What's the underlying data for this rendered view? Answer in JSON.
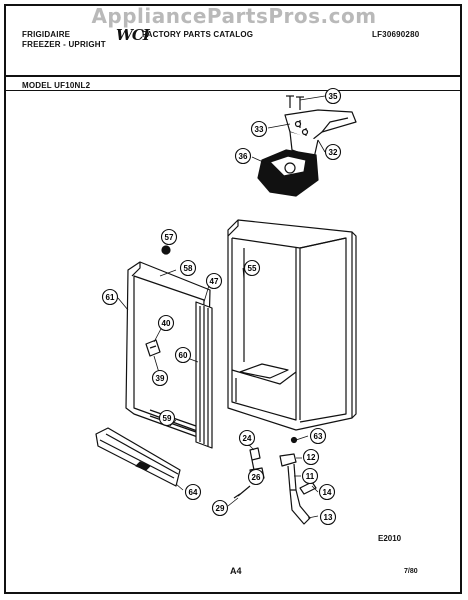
{
  "watermark": "AppliancePartsPros.com",
  "header": {
    "brand_line1": "FRIGIDAIRE",
    "brand_line2": "FREEZER - UPRIGHT",
    "logo": "WCI",
    "catalog_title": "FACTORY PARTS CATALOG",
    "doc_id": "LF30690280"
  },
  "model_label": "MODEL UF10NL2",
  "callouts": [
    "35",
    "33",
    "32",
    "36",
    "57",
    "58",
    "55",
    "61",
    "47",
    "40",
    "60",
    "39",
    "59",
    "24",
    "63",
    "12",
    "26",
    "11",
    "29",
    "64",
    "14",
    "13"
  ],
  "footer": {
    "code": "E2010",
    "page": "A4",
    "date": "7/80"
  },
  "colors": {
    "ink": "#111111",
    "watermark": "#b9b9b9"
  }
}
